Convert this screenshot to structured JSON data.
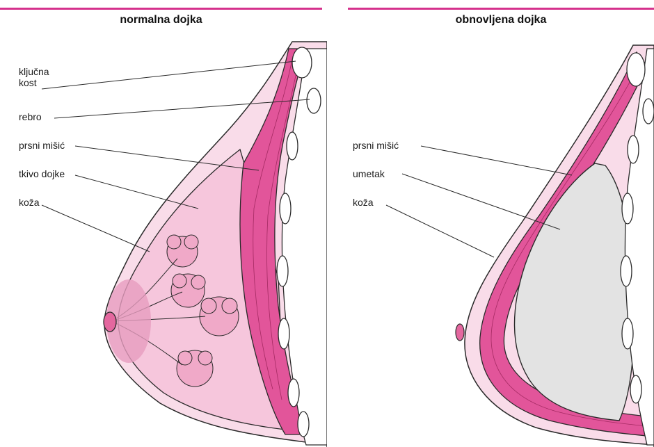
{
  "panels": {
    "left": {
      "title": "normalna dojka",
      "labels": {
        "clavicle_line1": "ključna",
        "clavicle_line2": "kost",
        "rib": "rebro",
        "pectoral_muscle": "prsni mišić",
        "breast_tissue": "tkivo dojke",
        "skin": "koža"
      }
    },
    "right": {
      "title": "obnovljena dojka",
      "labels": {
        "pectoral_muscle": "prsni mišić",
        "implant": "umetak",
        "skin": "koža"
      }
    }
  },
  "colors": {
    "accent_rule": "#d5318c",
    "muscle": "#e2559a",
    "tissue": "#f6c6dc",
    "skin": "#f9dce9",
    "implant": "#e3e3e3",
    "outline": "#2a2a2a"
  }
}
